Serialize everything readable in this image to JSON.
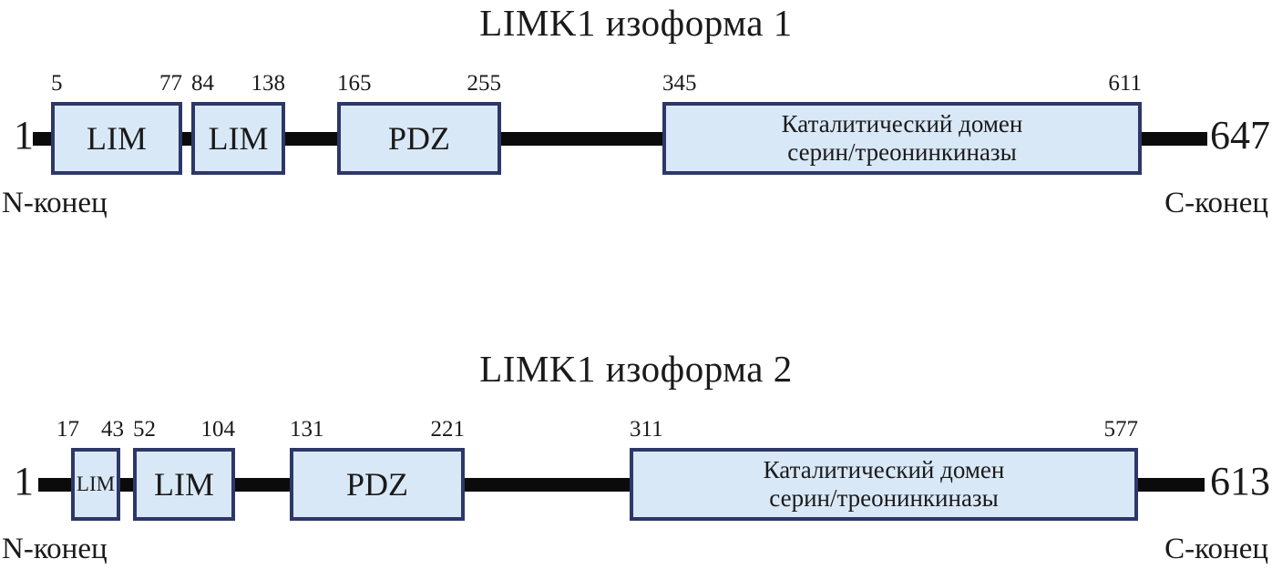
{
  "colors": {
    "domain_fill": "#d9e8f7",
    "domain_border": "#2d3768",
    "backbone": "#0b0b0b",
    "text": "#1a1a1a",
    "background": "#ffffff"
  },
  "isoforms": [
    {
      "title": "LIMK1 изоформа 1",
      "start_residue": "1",
      "end_residue": "647",
      "n_terminus_label": "N-конец",
      "c_terminus_label": "C-конец",
      "domains": [
        {
          "label_lines": [
            "LIM"
          ],
          "start": "5",
          "end": "77"
        },
        {
          "label_lines": [
            "LIM"
          ],
          "start": "84",
          "end": "138"
        },
        {
          "label_lines": [
            "PDZ"
          ],
          "start": "165",
          "end": "255"
        },
        {
          "label_lines": [
            "Каталитический домен",
            "серин/треонинкиназы"
          ],
          "start": "345",
          "end": "611"
        }
      ]
    },
    {
      "title": "LIMK1 изоформа 2",
      "start_residue": "1",
      "end_residue": "613",
      "n_terminus_label": "N-конец",
      "c_terminus_label": "C-конец",
      "domains": [
        {
          "label_lines": [
            "LIM"
          ],
          "start": "17",
          "end": "43"
        },
        {
          "label_lines": [
            "LIM"
          ],
          "start": "52",
          "end": "104"
        },
        {
          "label_lines": [
            "PDZ"
          ],
          "start": "131",
          "end": "221"
        },
        {
          "label_lines": [
            "Каталитический домен",
            "серин/треонинкиназы"
          ],
          "start": "311",
          "end": "577"
        }
      ]
    }
  ]
}
